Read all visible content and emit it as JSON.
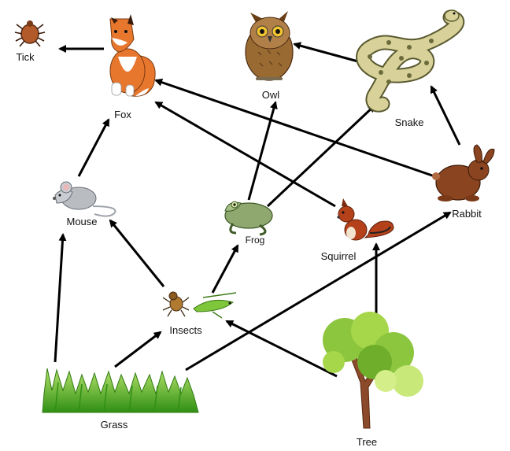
{
  "organisms": {
    "tick": {
      "label": "Tick",
      "icon": "tick-icon"
    },
    "fox": {
      "label": "Fox",
      "icon": "fox-icon"
    },
    "owl": {
      "label": "Owl",
      "icon": "owl-icon"
    },
    "snake": {
      "label": "Snake",
      "icon": "snake-icon"
    },
    "mouse": {
      "label": "Mouse",
      "icon": "mouse-icon"
    },
    "frog": {
      "label": "Frog",
      "icon": "frog-icon"
    },
    "squirrel": {
      "label": "Squirrel",
      "icon": "squirrel-icon"
    },
    "rabbit": {
      "label": "Rabbit",
      "icon": "rabbit-icon"
    },
    "insects": {
      "label": "Insects",
      "icon": "insects-icon"
    },
    "grass": {
      "label": "Grass",
      "icon": "grass-icon"
    },
    "tree": {
      "label": "Tree",
      "icon": "tree-icon"
    }
  },
  "links": [
    {
      "from": "fox",
      "to": "tick"
    },
    {
      "from": "mouse",
      "to": "fox"
    },
    {
      "from": "rabbit",
      "to": "fox"
    },
    {
      "from": "squirrel",
      "to": "fox"
    },
    {
      "from": "frog",
      "to": "owl"
    },
    {
      "from": "snake",
      "to": "owl"
    },
    {
      "from": "frog",
      "to": "snake"
    },
    {
      "from": "rabbit",
      "to": "snake"
    },
    {
      "from": "grass",
      "to": "mouse"
    },
    {
      "from": "insects",
      "to": "mouse"
    },
    {
      "from": "insects",
      "to": "frog"
    },
    {
      "from": "grass",
      "to": "insects"
    },
    {
      "from": "tree",
      "to": "insects"
    },
    {
      "from": "tree",
      "to": "squirrel"
    },
    {
      "from": "grass",
      "to": "rabbit"
    }
  ],
  "colors": {
    "arrow": "#000000",
    "label": "#111111",
    "fox": "#e8772e",
    "owl": "#9a6a33",
    "snake": "#d8d29a",
    "grass": "#4caf1e",
    "tree_leaves": "#8cc63f",
    "tree_trunk": "#8b4a2a",
    "rabbit": "#8b4420",
    "squirrel": "#b5411b",
    "frog": "#8fa870",
    "mouse": "#b9bdc2",
    "tick": "#b35a2a",
    "insect_green": "#7ec63a"
  }
}
